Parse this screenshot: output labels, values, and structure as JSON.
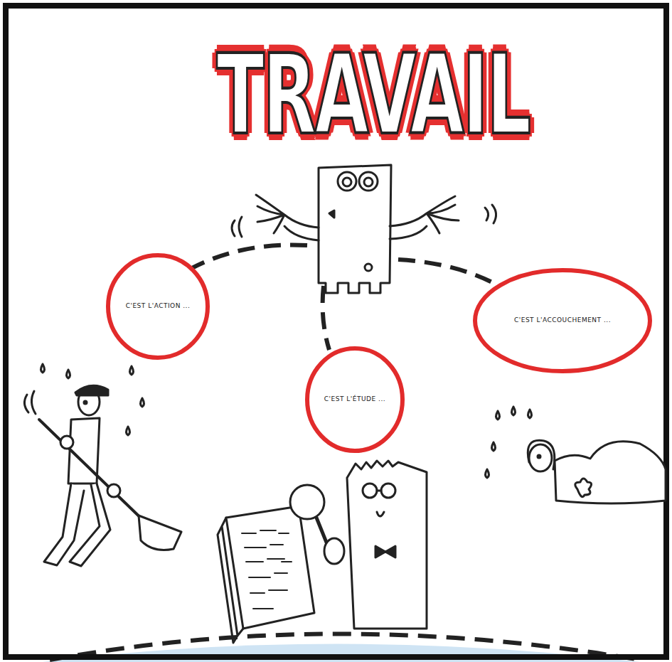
{
  "diagram": {
    "title": "TRAVAIL",
    "nodes": [
      {
        "text": [
          "C'EST L'ACTION ..."
        ]
      },
      {
        "text": [
          "C'EST L'ÉTUDE ..."
        ]
      },
      {
        "text": [
          "C'EST L'ACCOUCHEMENT ..."
        ]
      }
    ]
  }
}
